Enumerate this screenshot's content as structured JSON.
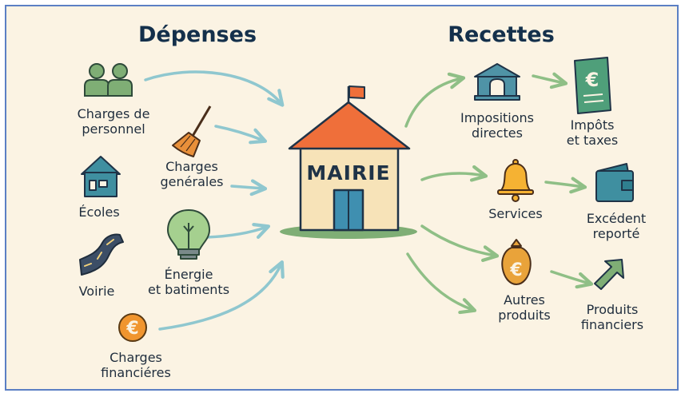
{
  "headers": {
    "depenses": "Dépenses",
    "recettes": "Recettes"
  },
  "center": {
    "label": "MAIRIE"
  },
  "depenses": [
    {
      "label": "Charges de\npersonnel",
      "icon": "people-icon"
    },
    {
      "label": "Charges\ngenérales",
      "icon": "broom-icon"
    },
    {
      "label": "Écoles",
      "icon": "school-icon"
    },
    {
      "label": "Énergie\net batiments",
      "icon": "lightbulb-icon"
    },
    {
      "label": "Voirie",
      "icon": "road-icon"
    },
    {
      "label": "Charges\nfinanciéres",
      "icon": "euro-coin-icon"
    }
  ],
  "recettes": [
    {
      "label": "Impositions\ndirectes",
      "icon": "bank-icon"
    },
    {
      "label": "Impôts\net taxes",
      "icon": "euro-document-icon"
    },
    {
      "label": "Services",
      "icon": "bell-icon"
    },
    {
      "label": "Excédent\nreporté",
      "icon": "wallet-icon"
    },
    {
      "label": "Autres\nproduits",
      "icon": "money-bag-icon"
    },
    {
      "label": "Produits\nfinanciers",
      "icon": "growth-arrow-icon"
    }
  ],
  "colors": {
    "background": "#fbf3e3",
    "border": "#5b7fc4",
    "expense_arrow": "#8fc7cf",
    "income_arrow": "#8fbf86",
    "roof": "#ef6f3a",
    "building": "#f7e3b8",
    "door": "#3f8fb0",
    "flag": "#ef6f3a",
    "green_icon": "#7fae75",
    "teal_icon": "#3f8fa0",
    "orange_icon": "#e9903a"
  }
}
